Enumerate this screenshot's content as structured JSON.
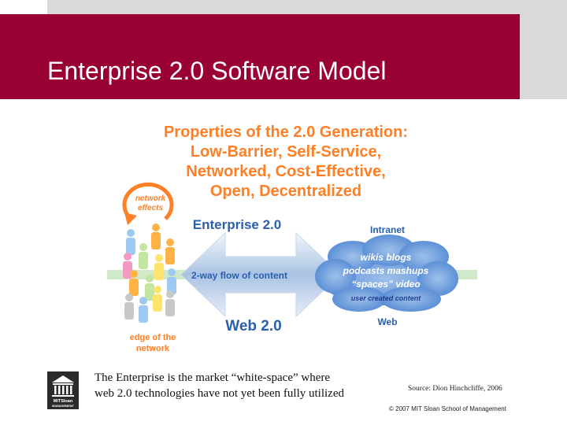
{
  "slide": {
    "title": "Enterprise 2.0 Software Model",
    "caption_line1": "The Enterprise is the market “white-space” where",
    "caption_line2": "web 2.0 technologies have not yet been fully utilized",
    "source": "Source: Dion Hinchcliffe, 2006",
    "copyright": "© 2007 MIT Sloan School of Management"
  },
  "figure": {
    "properties": [
      "Properties of the 2.0 Generation:",
      "Low-Barrier, Self-Service,",
      "Networked, Cost-Effective,",
      "Open, Decentralized"
    ],
    "network_effects": [
      "network",
      "effects"
    ],
    "enterprise_label": "Enterprise 2.0",
    "intranet_label": "Intranet",
    "flow_label": "2-way flow of content",
    "cloud_lines": [
      "wikis    blogs",
      "podcasts  mashups",
      "“spaces”   video"
    ],
    "cloud_subtitle": "user created content",
    "web20_label": "Web 2.0",
    "web_label": "Web",
    "edge_label": [
      "edge of the",
      "network"
    ]
  },
  "colors": {
    "banner": "#990033",
    "orange": "#ff7f27",
    "blue": "#2a5fb0",
    "gray_band": "#d9d9d9"
  },
  "logo": {
    "icon": "mit-sloan-logo",
    "text": [
      "MITSloan",
      "MANAGEMENT"
    ]
  }
}
